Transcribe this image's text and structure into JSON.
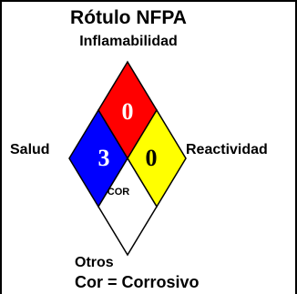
{
  "title": "Rótulo NFPA",
  "labels": {
    "top": "Inflamabilidad",
    "left": "Salud",
    "right": "Reactividad",
    "bottom": "Otros"
  },
  "ratings": {
    "flammability": "0",
    "health": "3",
    "reactivity": "0",
    "special": "COR"
  },
  "legend": "Cor = Corrosivo",
  "colors": {
    "flammability": "#ff0000",
    "health": "#0000ff",
    "reactivity": "#ffff00",
    "special": "#ffffff"
  }
}
